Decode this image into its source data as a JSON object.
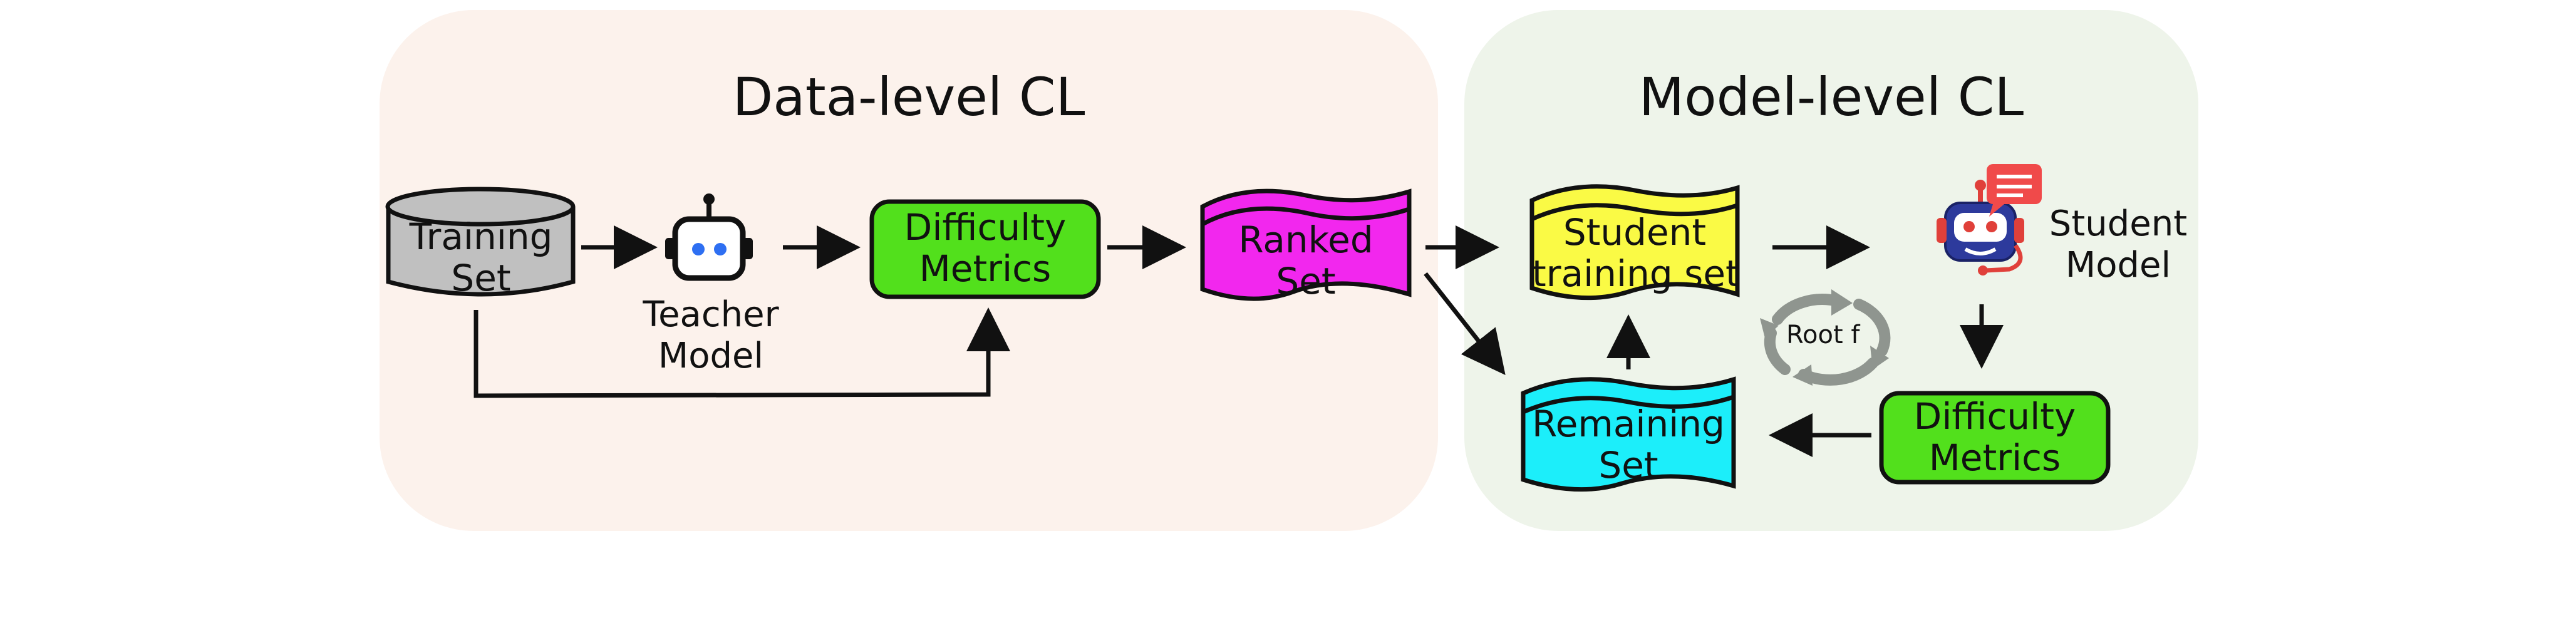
{
  "panels": {
    "data_level": {
      "title": "Data-level CL",
      "bg": "#fcf2ec"
    },
    "model_level": {
      "title": "Model-level CL",
      "bg": "#eef4ea"
    }
  },
  "nodes": {
    "training_set": {
      "line1": "Training",
      "line2": "Set",
      "color": "#c0c0c0"
    },
    "teacher_model": {
      "line1": "Teacher",
      "line2": "Model"
    },
    "difficulty_metrics_1": {
      "line1": "Difficulty",
      "line2": "Metrics",
      "color": "#52e01c"
    },
    "ranked_set": {
      "line1": "Ranked",
      "line2": "Set",
      "color": "#f227ee"
    },
    "student_training_set": {
      "line1": "Student",
      "line2": "training set",
      "color": "#fafa45"
    },
    "remaining_set": {
      "line1": "Remaining",
      "line2": "Set",
      "color": "#1ceefa"
    },
    "student_model": {
      "line1": "Student",
      "line2": "Model"
    },
    "difficulty_metrics_2": {
      "line1": "Difficulty",
      "line2": "Metrics",
      "color": "#52e01c"
    },
    "root_loop": {
      "label": "Root f",
      "color": "#8f958f"
    }
  },
  "icons": {
    "teacher": "robot-icon",
    "student": "robot-with-chat-bubble-icon"
  }
}
